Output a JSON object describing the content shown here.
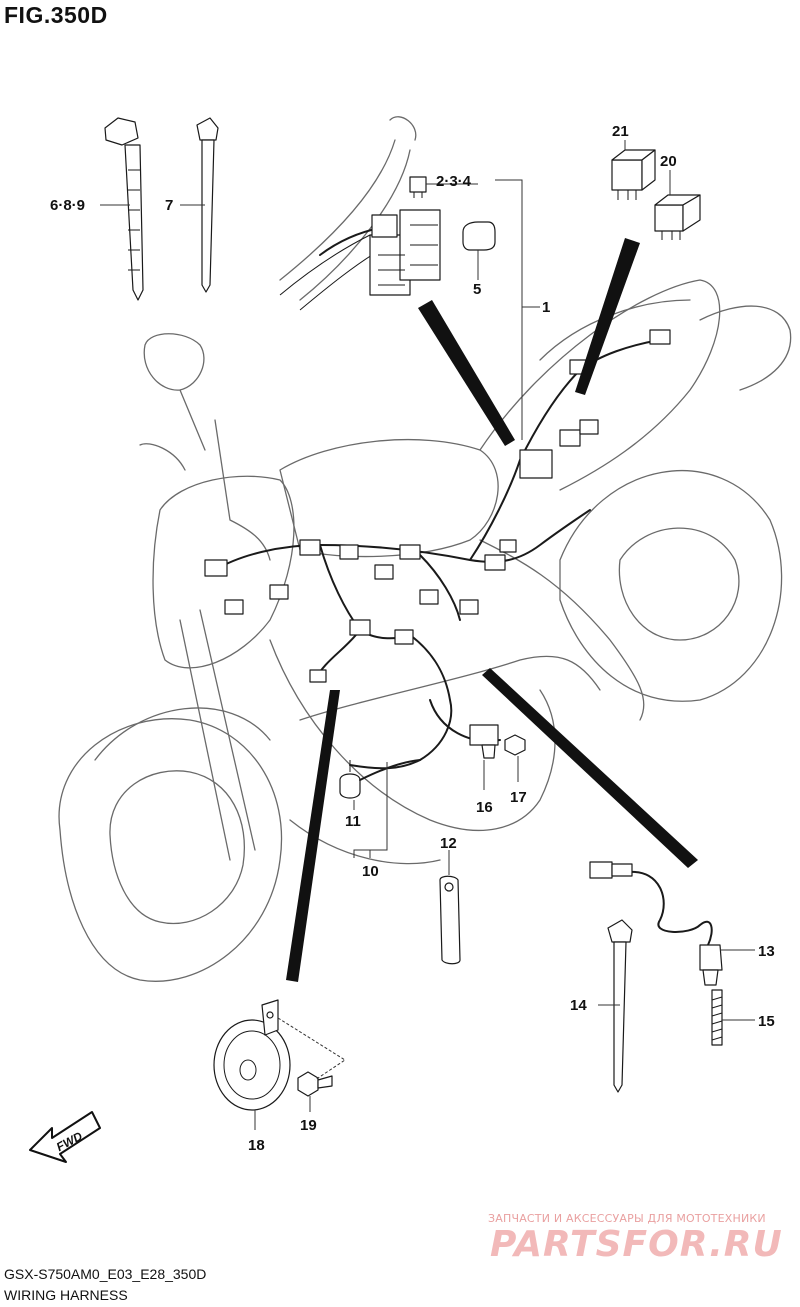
{
  "figure": {
    "title": "FIG.350D",
    "model_code": "GSX-S750AM0_E03_E28_350D",
    "section_name": "WIRING HARNESS",
    "fwd_label": "FWD"
  },
  "callouts": {
    "c1": "1",
    "c234": "2·3·4",
    "c5": "5",
    "c689": "6·8·9",
    "c7": "7",
    "c10": "10",
    "c11": "11",
    "c12": "12",
    "c13": "13",
    "c14": "14",
    "c15": "15",
    "c16": "16",
    "c17": "17",
    "c18": "18",
    "c19": "19",
    "c20": "20",
    "c21": "21"
  },
  "watermark": {
    "caption": "ЗАПЧАСТИ И АКСЕССУАРЫ ДЛЯ МОТОТЕХНИКИ",
    "logo": "PARTSFOR.RU"
  }
}
